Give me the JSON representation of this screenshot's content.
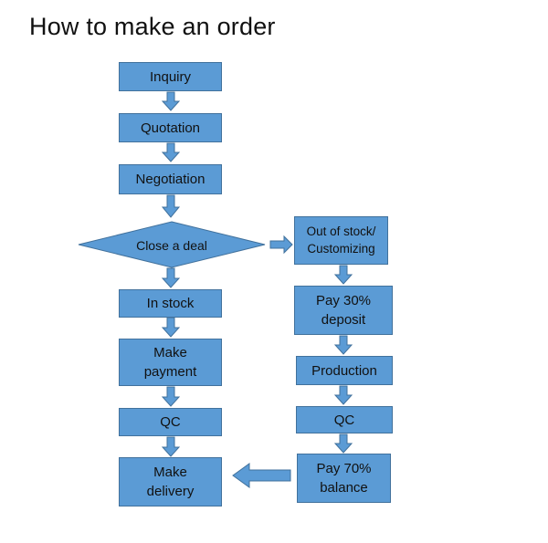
{
  "title": "How to make an order",
  "colors": {
    "box_fill": "#5b9bd5",
    "box_border": "#41719c",
    "arrow_fill": "#5b9bd5",
    "text": "#111111"
  },
  "nodes": {
    "inquiry": "Inquiry",
    "quotation": "Quotation",
    "negotiation": "Negotiation",
    "close_deal": "Close a deal",
    "in_stock": "In stock",
    "make_payment": "Make\npayment",
    "qc_left": "QC",
    "make_delivery": "Make\ndelivery",
    "out_of_stock": "Out of stock/\nCustomizing",
    "pay_30": "Pay 30%\ndeposit",
    "production": "Production",
    "qc_right": "QC",
    "pay_70": "Pay 70%\nbalance"
  }
}
